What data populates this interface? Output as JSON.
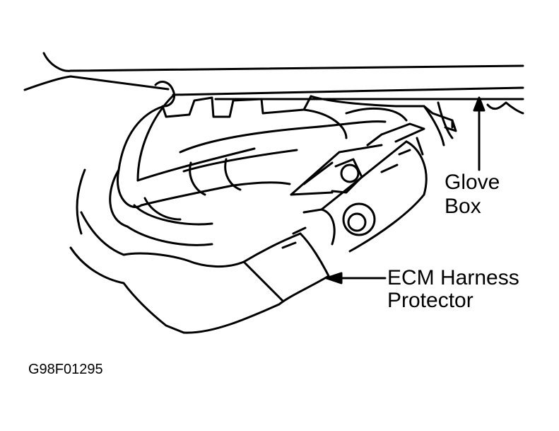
{
  "callouts": {
    "glove_box_line1": "Glove",
    "glove_box_line2": "Box",
    "ecm_line1": "ECM Harness",
    "ecm_line2": "Protector"
  },
  "figure_id": "G98F01295",
  "colors": {
    "ink": "#000000",
    "paper": "#ffffff"
  }
}
